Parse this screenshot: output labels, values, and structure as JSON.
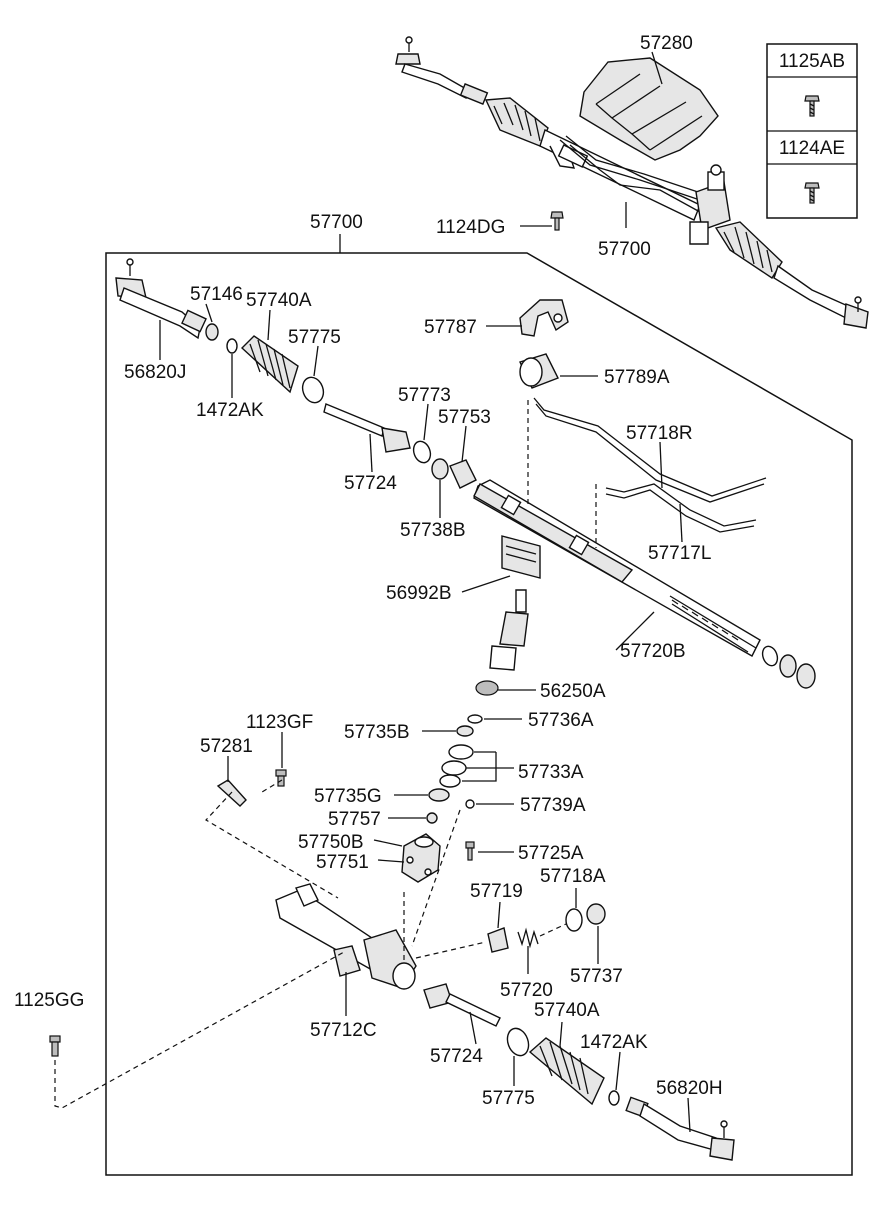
{
  "legend": {
    "items": [
      {
        "code": "1125AB",
        "icon": "bolt-icon"
      },
      {
        "code": "1124AE",
        "icon": "bolt-icon"
      }
    ]
  },
  "parts": {
    "57280": "57280",
    "57700_top": "57700",
    "57700_frame": "57700",
    "1124DG": "1124DG",
    "57146": "57146",
    "57740A_top": "57740A",
    "57775_top": "57775",
    "56820J": "56820J",
    "1472AK_top": "1472AK",
    "57787": "57787",
    "57789A": "57789A",
    "57773": "57773",
    "57753": "57753",
    "57718R": "57718R",
    "57724_top": "57724",
    "57738B": "57738B",
    "57717L": "57717L",
    "56992B": "56992B",
    "57720B": "57720B",
    "56250A": "56250A",
    "57736A": "57736A",
    "1123GF": "1123GF",
    "57735B": "57735B",
    "57281": "57281",
    "57733A": "57733A",
    "57735G": "57735G",
    "57739A": "57739A",
    "57757": "57757",
    "57750B": "57750B",
    "57725A": "57725A",
    "57751": "57751",
    "57719": "57719",
    "57718A": "57718A",
    "1125GG": "1125GG",
    "57720": "57720",
    "57737": "57737",
    "57712C": "57712C",
    "57740A_bot": "57740A",
    "1472AK_bot": "1472AK",
    "57724_bot": "57724",
    "56820H": "56820H",
    "57775_bot": "57775"
  }
}
